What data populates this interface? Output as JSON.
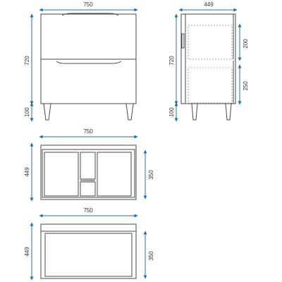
{
  "colors": {
    "dimension": "#1e6fb0",
    "outline": "#4a4a4a",
    "hidden": "#8a8a8a",
    "text": "#333333"
  },
  "front_view": {
    "width_label": "750",
    "height_label": "720",
    "legs_label": "100"
  },
  "side_view": {
    "depth_label": "449",
    "height_label": "720",
    "legs_label": "100",
    "upper_drawer_label": "200",
    "lower_drawer_label": "250"
  },
  "top_view_drawers": {
    "width_label": "750",
    "depth_label": "449",
    "inner_label": "350"
  },
  "top_view_open": {
    "width_label": "750",
    "depth_label": "449",
    "inner_label": "350"
  }
}
